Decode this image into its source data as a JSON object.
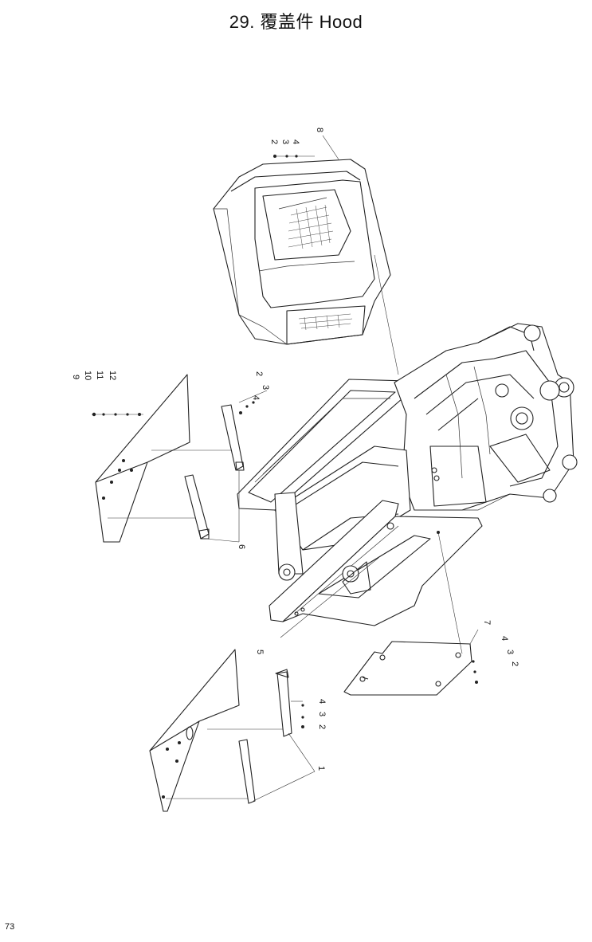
{
  "page": {
    "title": "29. 覆盖件 Hood",
    "page_number": "73"
  },
  "callouts": {
    "top_2": "2",
    "top_3": "3",
    "top_4": "4",
    "top_8": "8",
    "left_9": "9",
    "left_10": "10",
    "left_11": "11",
    "left_12": "12",
    "mid_2": "2",
    "mid_3": "3",
    "mid_4": "4",
    "mid_6": "6",
    "lower_5": "5",
    "lower_4": "4",
    "lower_3": "3",
    "lower_2": "2",
    "lower_1": "1",
    "right_7": "7",
    "right_4": "4",
    "right_3": "3",
    "right_2": "2"
  }
}
